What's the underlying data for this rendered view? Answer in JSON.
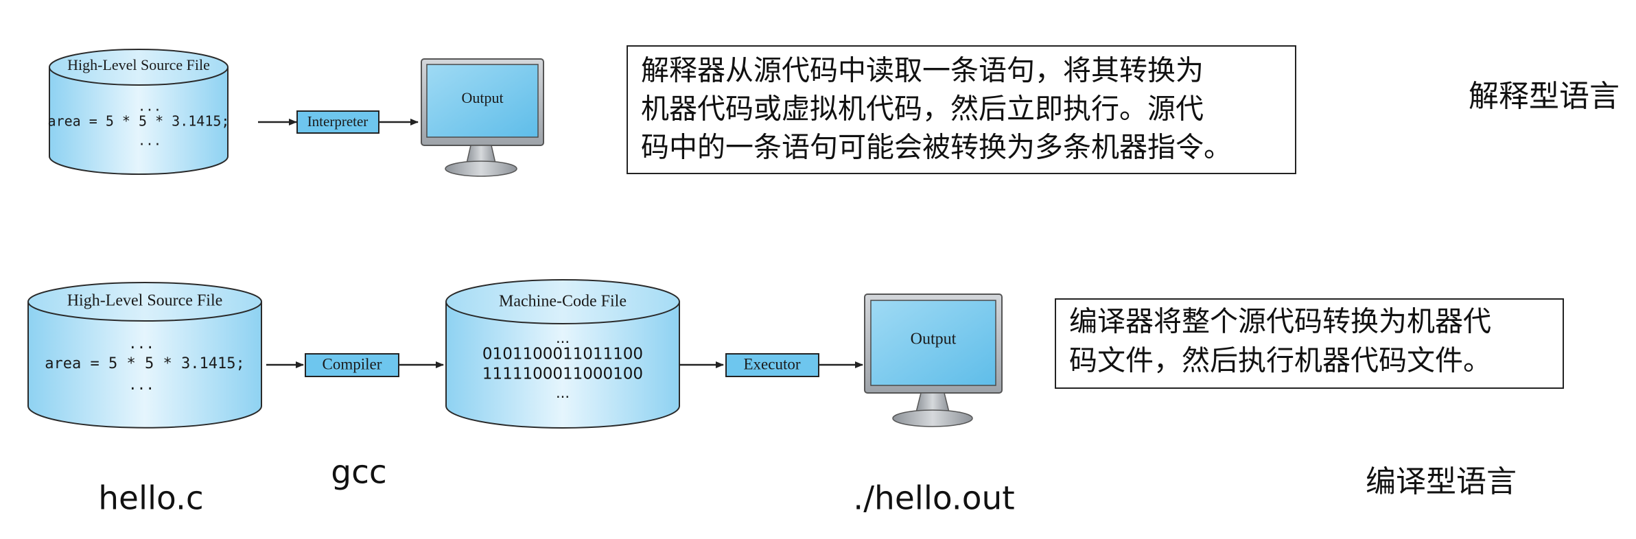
{
  "interpreted": {
    "source_file": {
      "title": "High-Level Source File",
      "dots_top": "...",
      "code": "area = 5 * 5 * 3.1415;",
      "dots_bottom": "..."
    },
    "interpreter_label": "Interpreter",
    "output_label": "Output",
    "description_lines": [
      "解释器从源代码中读取一条语句，将其转换为",
      "机器代码或虚拟机代码，然后立即执行。源代",
      "码中的一条语句可能会被转换为多条机器指令。"
    ],
    "category_label": "解释型语言"
  },
  "compiled": {
    "source_file": {
      "title": "High-Level Source File",
      "dots_top": "...",
      "code": "area = 5 * 5 * 3.1415;",
      "dots_bottom": "..."
    },
    "compiler_label": "Compiler",
    "machine_file": {
      "title": "Machine-Code File",
      "dots_top": "...",
      "line1": "0101100011011100",
      "line2": "1111100011000100",
      "dots_bottom": "..."
    },
    "executor_label": "Executor",
    "output_label": "Output",
    "description_lines": [
      "编译器将整个源代码转换为机器代",
      "码文件，然后执行机器代码文件。"
    ],
    "category_label": "编译型语言",
    "caption_source": "hello.c",
    "caption_compiler": "gcc",
    "caption_output": "./hello.out"
  },
  "colors": {
    "cylinder_light": "#e3f3fc",
    "cylinder_mid": "#a8dcf4",
    "cylinder_dark": "#6cc3ea",
    "box_fill": "#6ec6ee",
    "screen": "#74c8ee",
    "monitor_frame": "#b7bcc2",
    "line": "#222222"
  }
}
